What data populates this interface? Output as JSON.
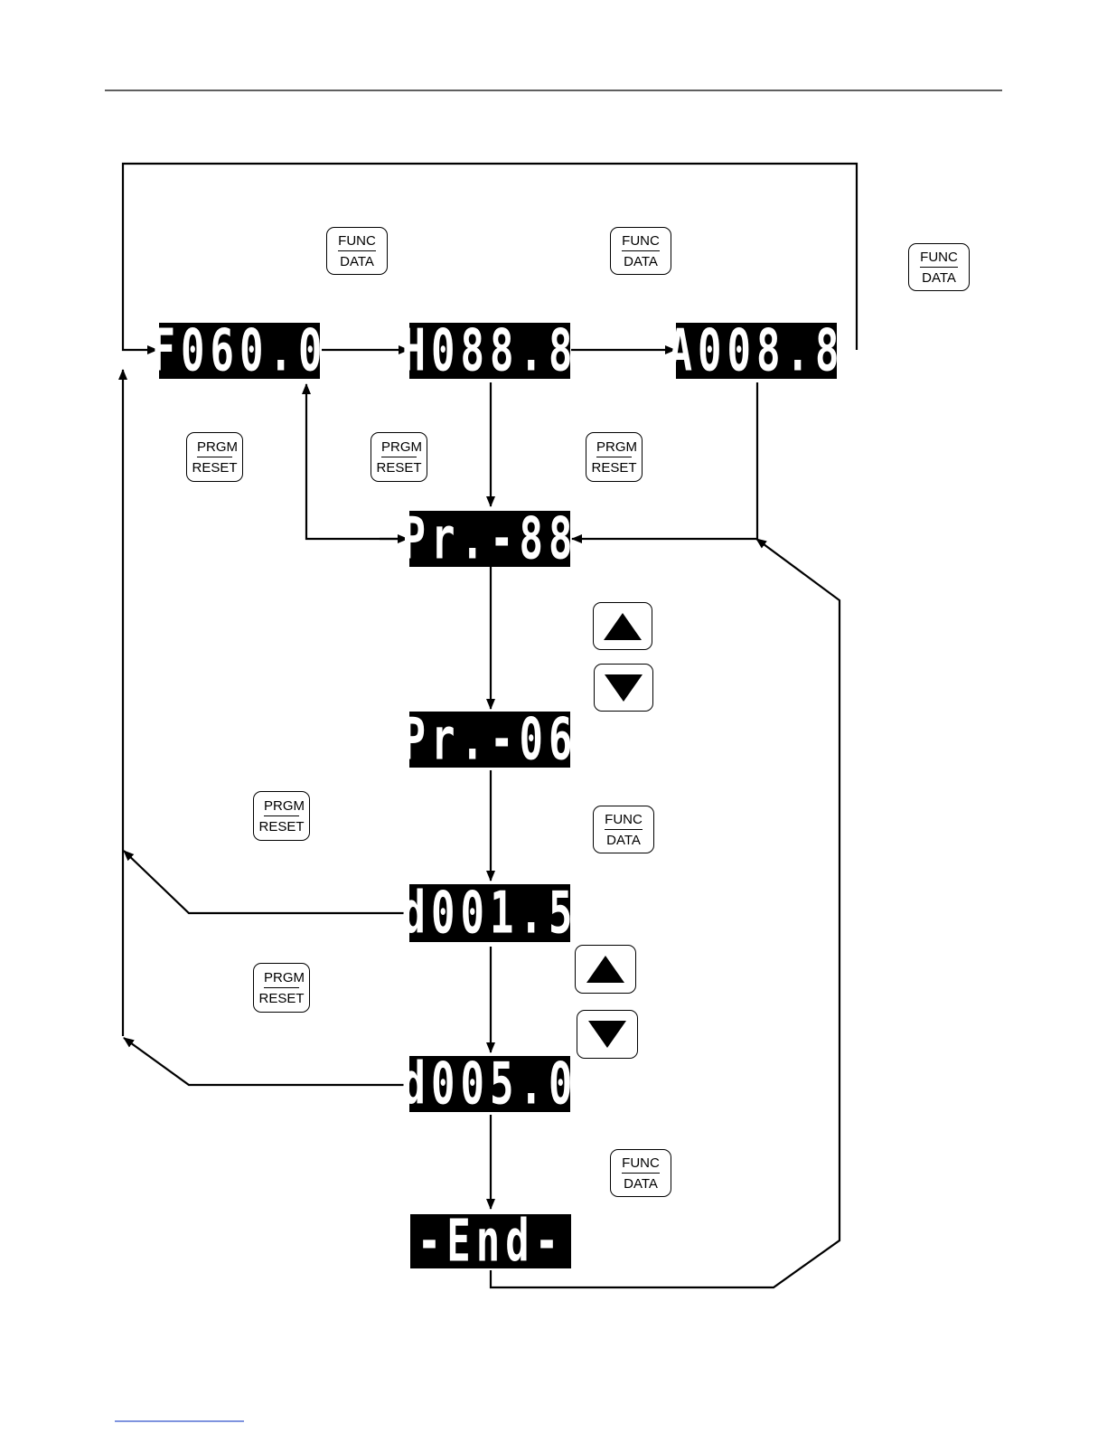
{
  "displays": {
    "d1": "F060.0",
    "d2": "H088.8",
    "d3": "A008.8",
    "d4": "Pr.-88",
    "d5": "Pr.-06",
    "d6": "d001.5",
    "d7": "d005.0",
    "d8": "-End-"
  },
  "keys": {
    "func_top": "FUNC",
    "func_bottom": "DATA",
    "prgm_top": "PRGM",
    "prgm_bottom": "RESET"
  },
  "icons": {
    "up": "up-arrow-key-icon",
    "down": "down-arrow-key-icon"
  }
}
